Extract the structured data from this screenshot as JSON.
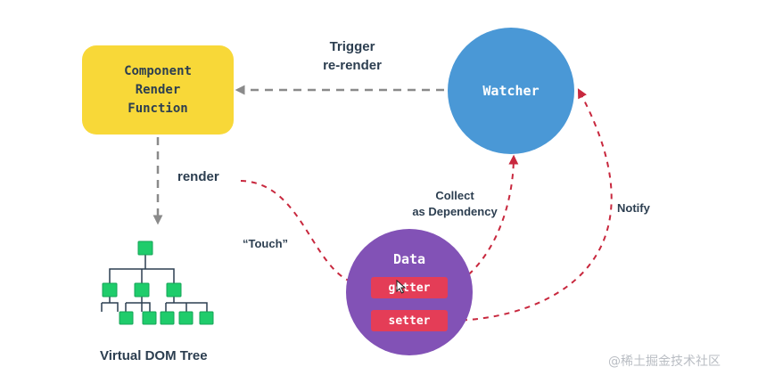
{
  "diagram": {
    "render_function": {
      "label": "Component\nRender\nFunction"
    },
    "watcher": {
      "label": "Watcher"
    },
    "data": {
      "title": "Data",
      "getter": "getter",
      "setter": "setter"
    },
    "edges": {
      "trigger": "Trigger\nre-render",
      "render": "render",
      "touch": "“Touch”",
      "collect": "Collect\nas Dependency",
      "notify": "Notify"
    },
    "vdom": {
      "label": "Virtual DOM Tree"
    },
    "watermark": "@稀土掘金技术社区"
  },
  "colors": {
    "render_function": "#f8d838",
    "watcher": "#4a98d6",
    "data": "#8252b6",
    "pill": "#e43d57",
    "dashed_gray": "#8a8a8a",
    "dashed_red": "#c8283e",
    "vdom_node": "#1fcc6b",
    "text": "#2c3e50"
  }
}
